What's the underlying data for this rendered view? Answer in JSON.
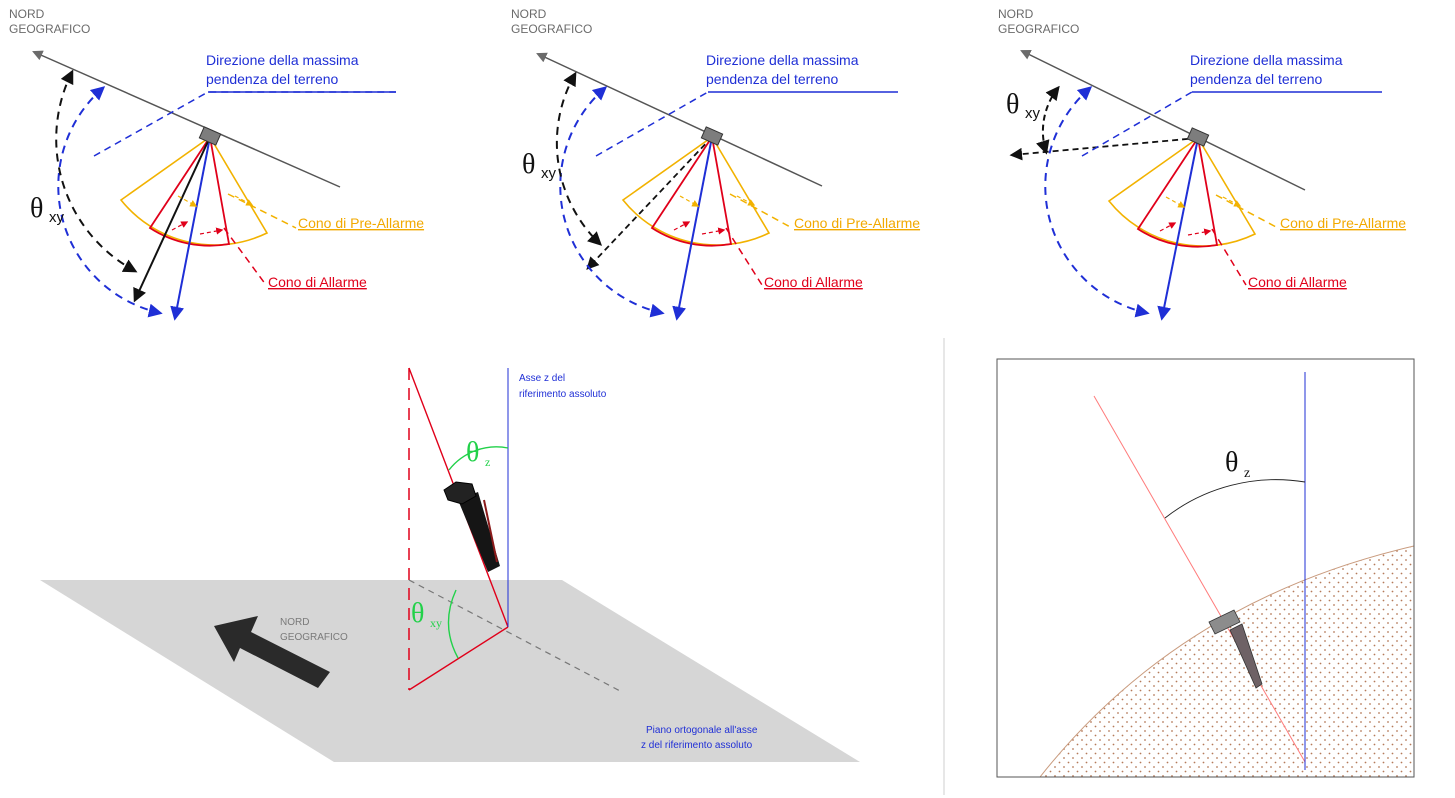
{
  "colors": {
    "blue": "#1f2fd6",
    "yellow": "#f2b200",
    "red": "#e0001a",
    "green": "#22d14a",
    "grey": "#6b6b6b",
    "plane": "#d6d6d6",
    "soil_dots": "#b57b5a"
  },
  "panels": [
    {
      "north_label_1": "NORD",
      "north_label_2": "GEOGRAFICO",
      "slope_label_1": "Direzione della massima",
      "slope_label_2": "pendenza del terreno",
      "theta_symbol": "θ",
      "theta_sub": "xy",
      "prealarm_label": "Cono di Pre-Allarme",
      "alarm_label": "Cono di Allarme"
    },
    {
      "north_label_1": "NORD",
      "north_label_2": "GEOGRAFICO",
      "slope_label_1": "Direzione della massima",
      "slope_label_2": "pendenza del terreno",
      "theta_symbol": "θ",
      "theta_sub": "xy",
      "prealarm_label": "Cono di Pre-Allarme",
      "alarm_label": "Cono di Allarme"
    },
    {
      "north_label_1": "NORD",
      "north_label_2": "GEOGRAFICO",
      "slope_label_1": "Direzione della massima",
      "slope_label_2": "pendenza del terreno",
      "theta_symbol": "θ",
      "theta_sub": "xy",
      "prealarm_label": "Cono di Pre-Allarme",
      "alarm_label": "Cono di Allarme"
    }
  ],
  "scene_3d": {
    "z_axis_label_1": "Asse z del",
    "z_axis_label_2": "riferimento assoluto",
    "theta_z_symbol": "θ",
    "theta_z_sub": "z",
    "theta_xy_symbol": "θ",
    "theta_xy_sub": "xy",
    "north_label_1": "NORD",
    "north_label_2": "GEOGRAFICO",
    "plane_label_1": "Piano ortogonale all'asse",
    "plane_label_2": "z del riferimento assoluto"
  },
  "detail": {
    "theta_z_symbol": "θ",
    "theta_z_sub": "z"
  }
}
